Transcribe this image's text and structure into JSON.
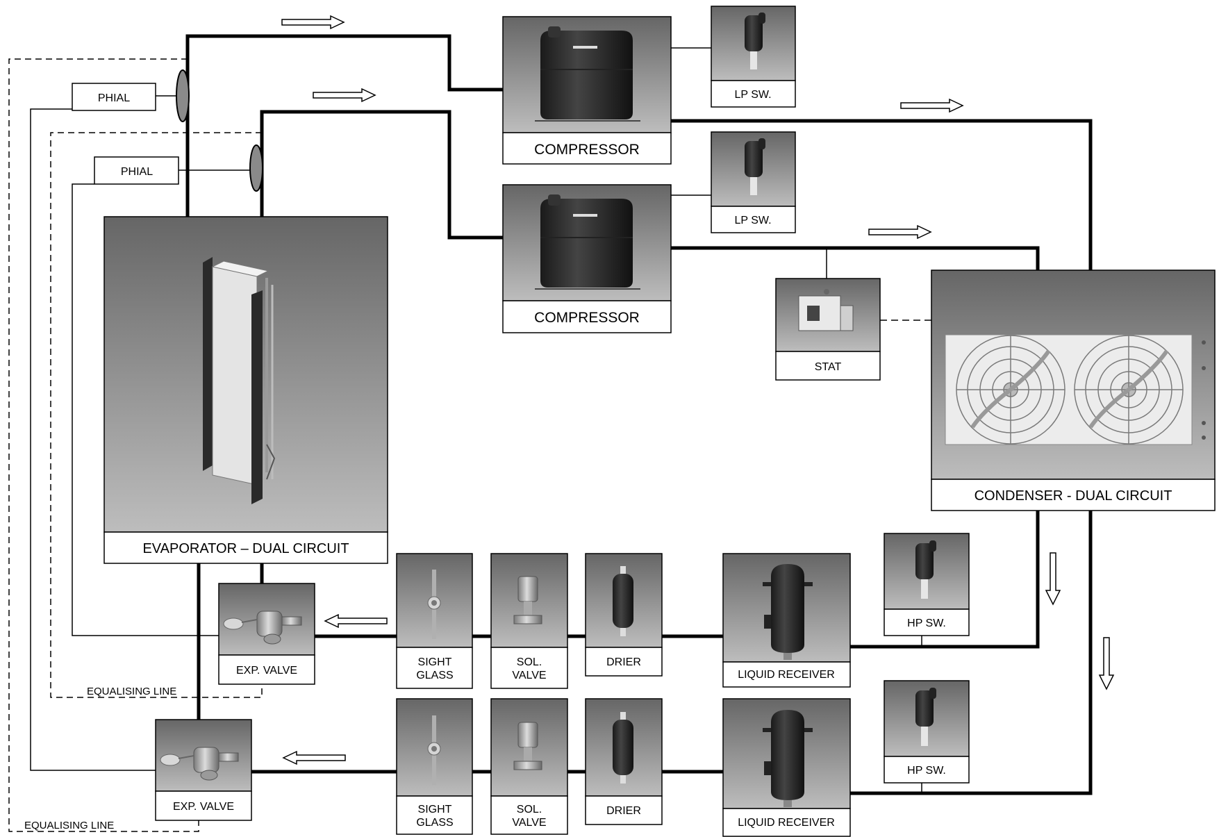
{
  "labels": {
    "phial_1": "PHIAL",
    "phial_2": "PHIAL",
    "compressor_1": "COMPRESSOR",
    "compressor_2": "COMPRESSOR",
    "lp_sw_1": "LP SW.",
    "lp_sw_2": "LP SW.",
    "stat": "STAT",
    "condenser": "CONDENSER - DUAL CIRCUIT",
    "evaporator": "EVAPORATOR – DUAL CIRCUIT",
    "exp_valve_1": "EXP. VALVE",
    "exp_valve_2": "EXP. VALVE",
    "sight_glass_1_l1": "SIGHT",
    "sight_glass_1_l2": "GLASS",
    "sight_glass_2_l1": "SIGHT",
    "sight_glass_2_l2": "GLASS",
    "sol_valve_1_l1": "SOL.",
    "sol_valve_1_l2": "VALVE",
    "sol_valve_2_l1": "SOL.",
    "sol_valve_2_l2": "VALVE",
    "drier_1": "DRIER",
    "drier_2": "DRIER",
    "liquid_receiver_1": "LIQUID RECEIVER",
    "liquid_receiver_2": "LIQUID RECEIVER",
    "hp_sw_1": "HP SW.",
    "hp_sw_2": "HP SW.",
    "equalising_line_1": "EQUALISING LINE",
    "equalising_line_2": "EQUALISING LINE"
  },
  "colors": {
    "pipe": "#000000",
    "panel_top": "#6a6a6a",
    "panel_bottom": "#b8b8b8",
    "component_dark": "#1e1e1e",
    "component_metal": "#9a9a9a"
  },
  "icons": {
    "compressor": "compressor-icon",
    "pressure_switch": "pressure-switch-icon",
    "thermostat": "thermostat-icon",
    "condenser_fan": "fan-icon",
    "evaporator": "plate-heat-exchanger-icon",
    "expansion_valve": "expansion-valve-icon",
    "sight_glass": "sight-glass-icon",
    "solenoid_valve": "solenoid-valve-icon",
    "drier": "filter-drier-icon",
    "liquid_receiver": "receiver-tank-icon",
    "flow_arrow": "flow-arrow-icon"
  }
}
